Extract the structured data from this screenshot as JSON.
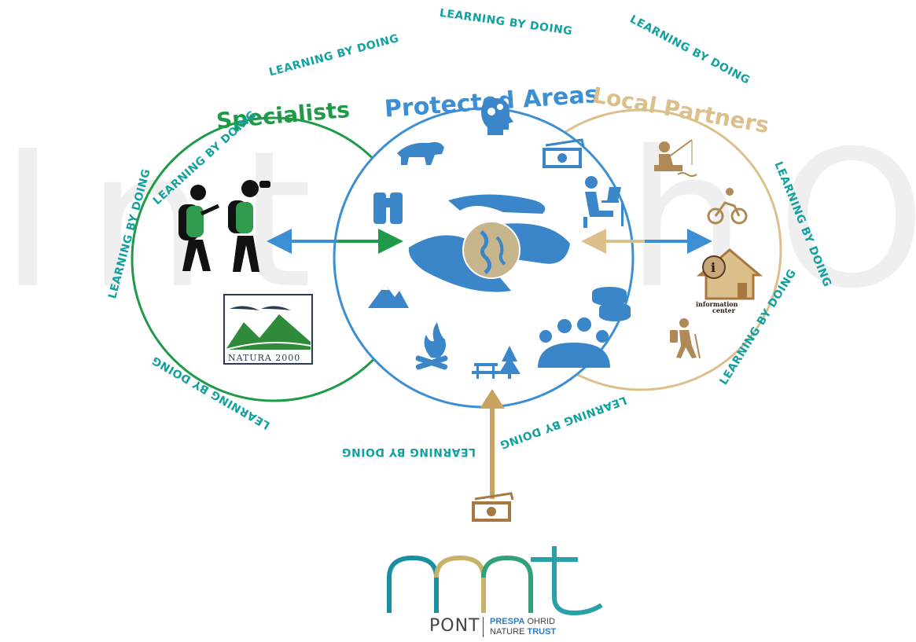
{
  "watermark": {
    "text": "IntechOpen"
  },
  "colors": {
    "specialists": "#1f9a48",
    "protected": "#3b8fd2",
    "partners": "#dcc08c",
    "learning": "#13a1a0",
    "icon_blue": "#3a86c9",
    "icon_tan": "#b08a56",
    "arrow_gold": "#c8a460"
  },
  "circles": {
    "specialists": {
      "label": "Specialists"
    },
    "protected": {
      "label": "Protected Areas"
    },
    "partners": {
      "label": "Local Partners"
    }
  },
  "learning_phrase": "LEARNING BY DOING",
  "natura": {
    "label": "NATURA 2000"
  },
  "info_center": {
    "line1": "information",
    "line2": "center"
  },
  "protected_icons": [
    "bear-icon",
    "brain-gears-icon",
    "money-icon",
    "laptop-worker-icon",
    "binoculars-icon",
    "coins-icon",
    "mountain-icon",
    "campfire-icon",
    "picnic-tree-icon",
    "meeting-people-icon",
    "hands-globe-icon"
  ],
  "partner_icons": [
    "fishing-icon",
    "cycling-icon",
    "info-house-icon",
    "hiking-icon"
  ],
  "funding_icon": "money-icon",
  "logo": {
    "word": "PONT",
    "sub1_bold": "PRESPA",
    "sub1_rest": " OHRID",
    "sub2_rest": "NATURE ",
    "sub2_bold": "TRUST"
  }
}
